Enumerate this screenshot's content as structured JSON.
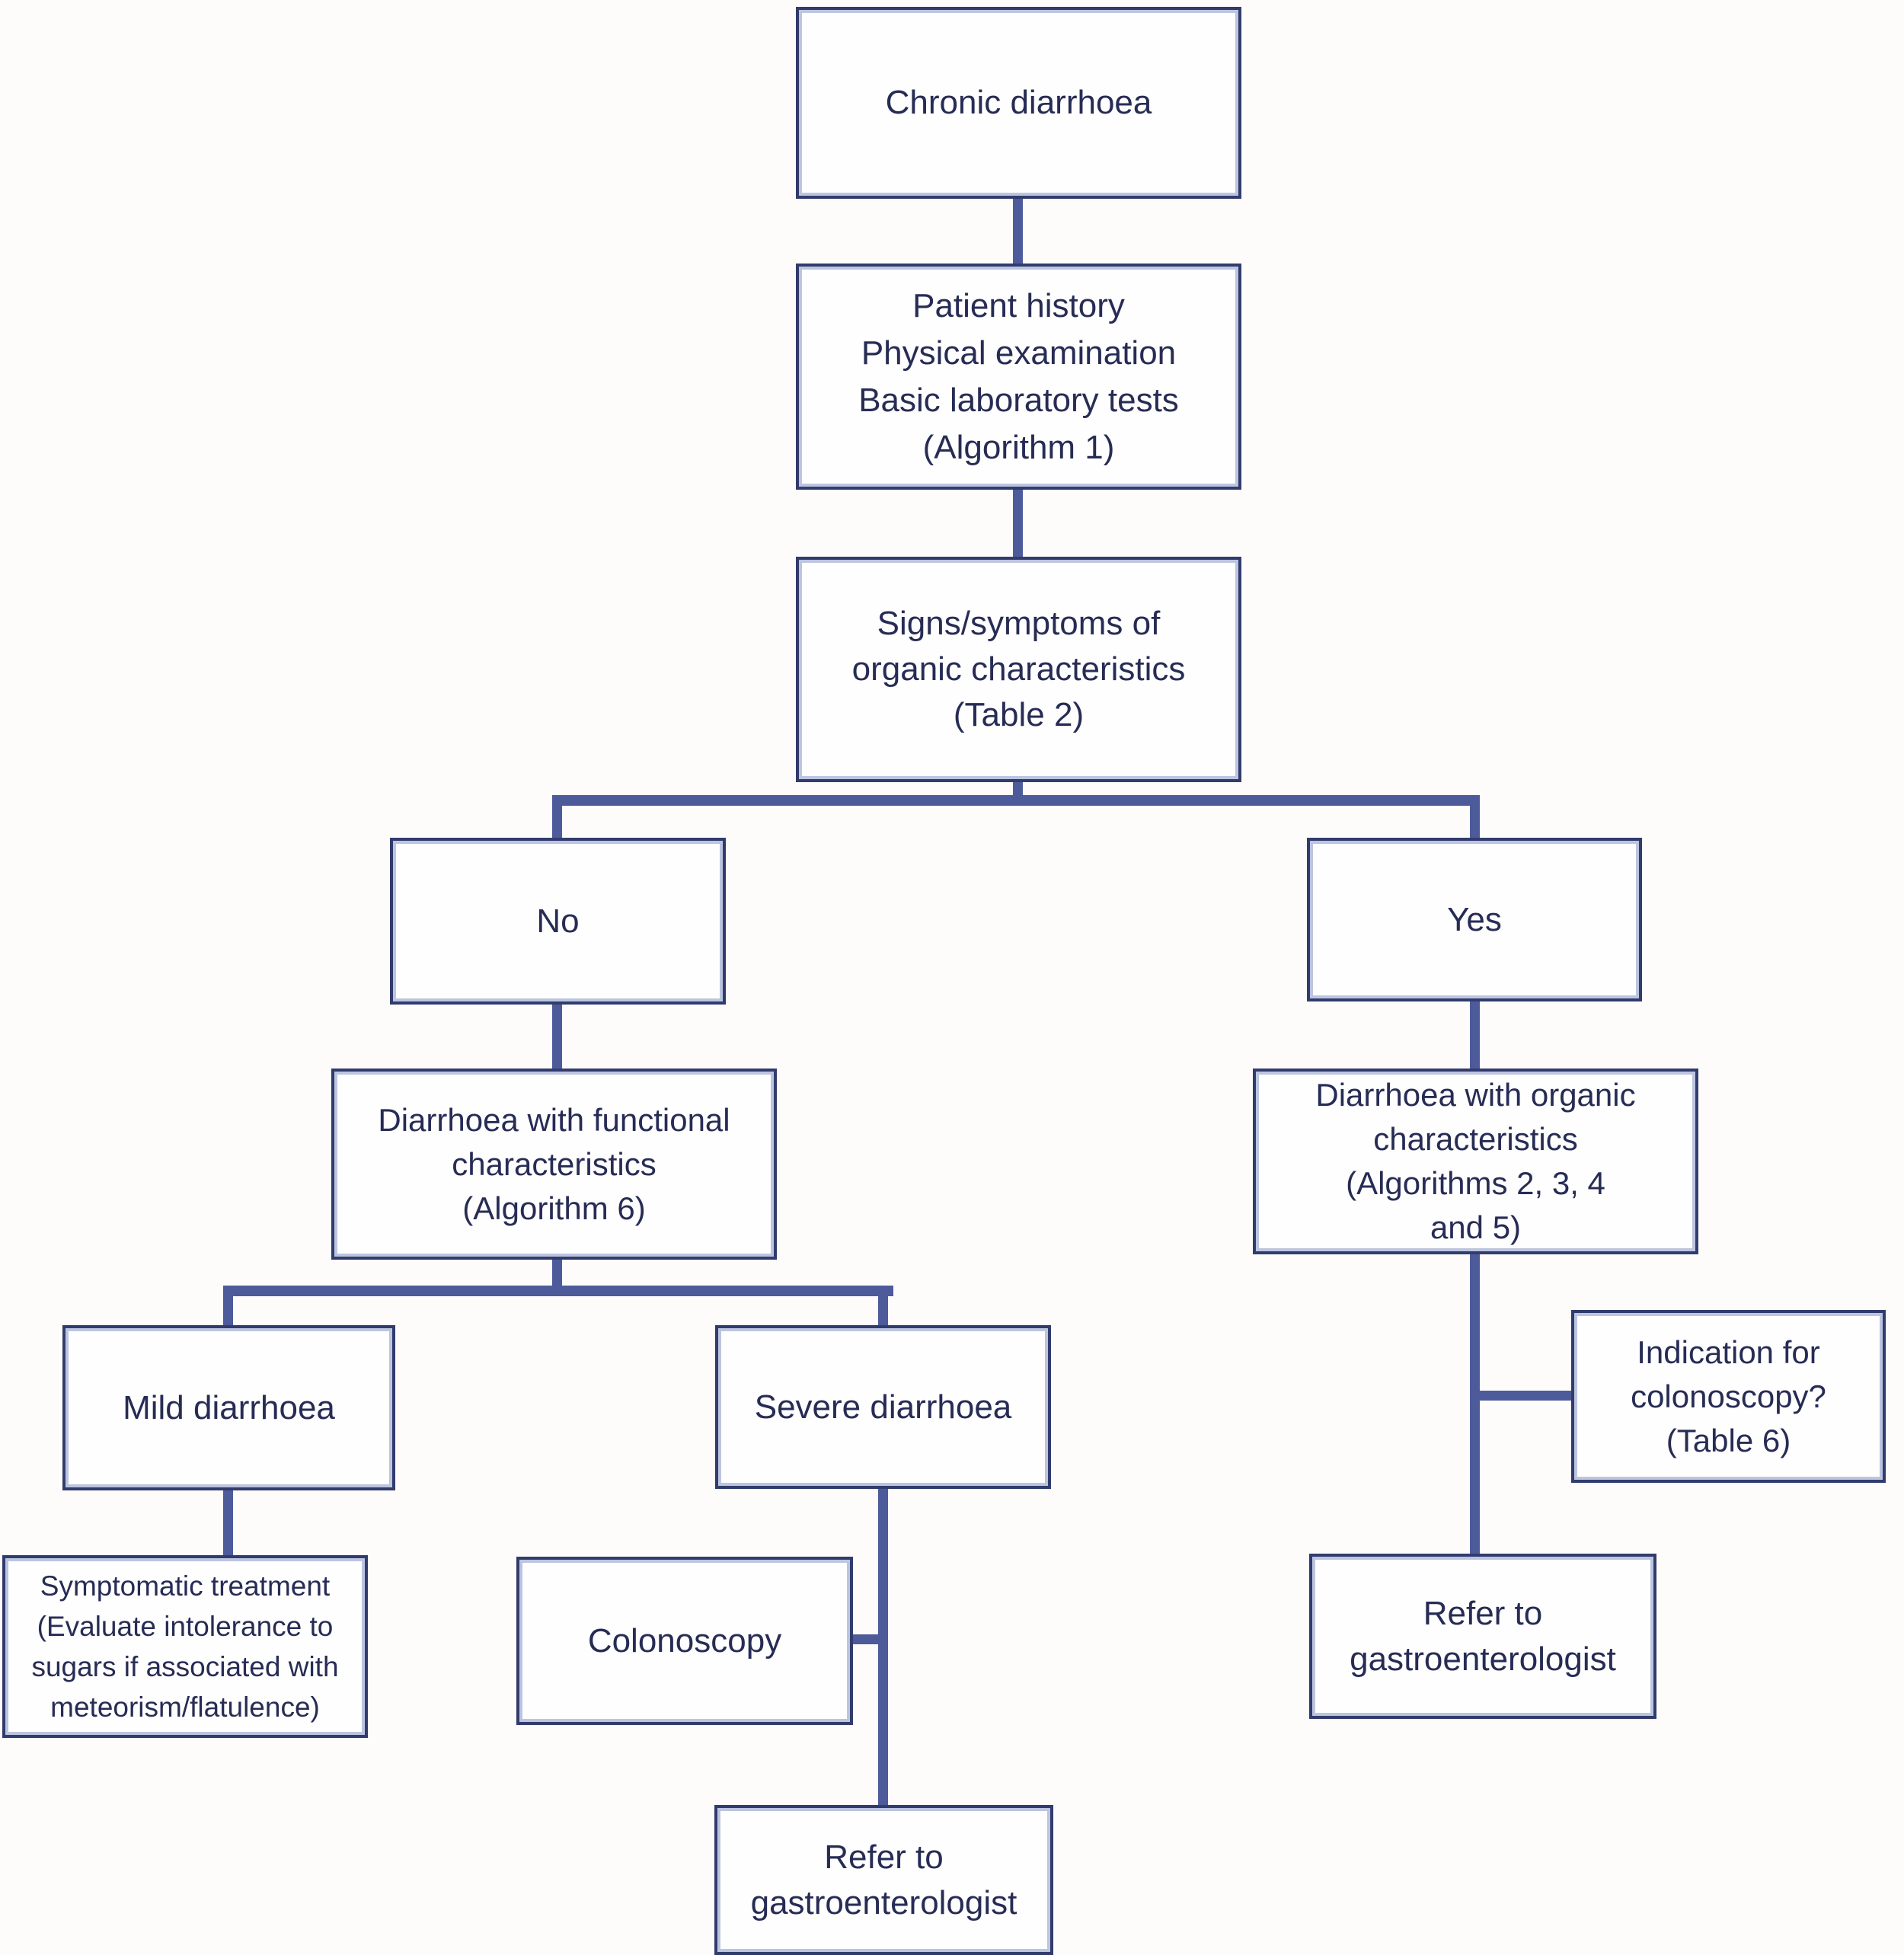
{
  "palette": {
    "connector_line": "#4d5b9b",
    "box_border": "#313c6d",
    "box_inner_highlight": "#bcc5e0",
    "box_fill": "#fefefe",
    "text": "#272c55",
    "background": "#fdfcfb"
  },
  "nodes": {
    "chronic": {
      "lines": [
        "Chronic diarrhoea"
      ]
    },
    "workup": {
      "lines": [
        "Patient history",
        "Physical examination",
        "Basic laboratory tests",
        "(Algorithm 1)"
      ]
    },
    "signs": {
      "lines": [
        "Signs/symptoms of",
        "organic characteristics",
        "(Table 2)"
      ]
    },
    "no": {
      "lines": [
        "No"
      ]
    },
    "yes": {
      "lines": [
        "Yes"
      ]
    },
    "functional": {
      "lines": [
        "Diarrhoea with functional",
        "characteristics",
        "(Algorithm 6)"
      ]
    },
    "organic": {
      "lines": [
        "Diarrhoea with organic",
        "characteristics",
        "(Algorithms 2, 3, 4",
        "and 5)"
      ]
    },
    "mild": {
      "lines": [
        "Mild diarrhoea"
      ]
    },
    "severe": {
      "lines": [
        "Severe diarrhoea"
      ]
    },
    "indication": {
      "lines": [
        "Indication for",
        "colonoscopy?",
        "(Table 6)"
      ]
    },
    "symptomatic": {
      "lines": [
        "Symptomatic treatment",
        "(Evaluate intolerance to",
        "sugars if associated with",
        "meteorism/flatulence)"
      ]
    },
    "colonoscopy": {
      "lines": [
        "Colonoscopy"
      ]
    },
    "refer_mid": {
      "lines": [
        "Refer to",
        "gastroenterologist"
      ]
    },
    "refer_right": {
      "lines": [
        "Refer to",
        "gastroenterologist"
      ]
    }
  }
}
